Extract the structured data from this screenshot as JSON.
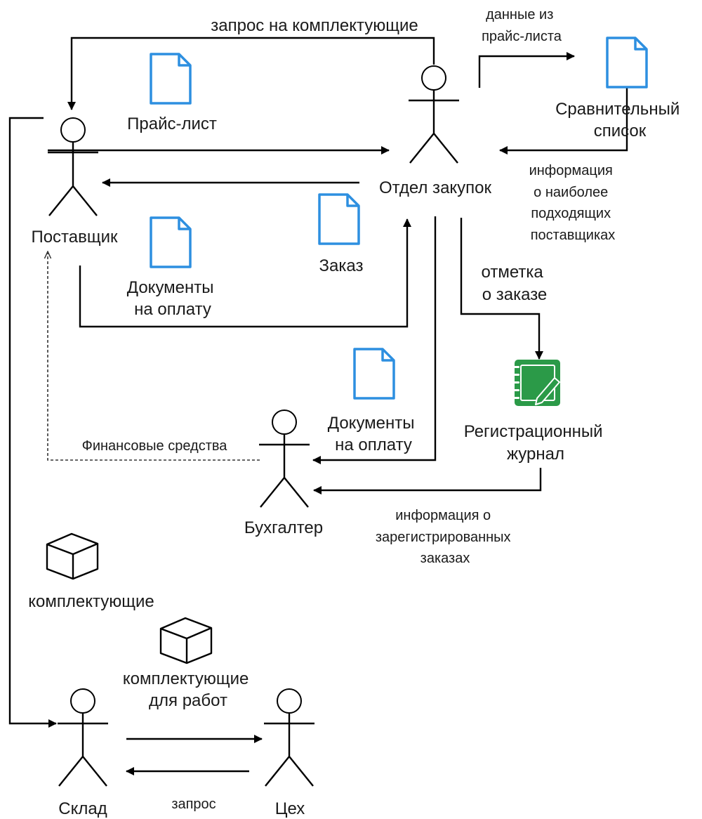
{
  "actors": {
    "supplier": "Поставщик",
    "purchasing": "Отдел закупок",
    "accountant": "Бухгалтер",
    "warehouse": "Склад",
    "workshop": "Цех"
  },
  "documents": {
    "price_list": "Прайс-лист",
    "comparative_list": [
      "Сравнительный",
      "список"
    ],
    "order": "Заказ",
    "payment_docs_1": [
      "Документы",
      "на оплату"
    ],
    "payment_docs_2": [
      "Документы",
      "на оплату"
    ],
    "register": [
      "Регистрационный",
      "журнал"
    ]
  },
  "items": {
    "components": "комплектующие",
    "components_for_work": [
      "комплектующие",
      "для работ"
    ]
  },
  "flows": {
    "components_request": "запрос на комплектующие",
    "price_list_data": [
      "данные из",
      "прайс-листа"
    ],
    "best_suppliers_info": [
      "информация",
      "о наиболее",
      "подходящих",
      "поставщиках"
    ],
    "order_mark": [
      "отметка",
      "о заказе"
    ],
    "financial_means": "Финансовые средства",
    "registered_orders_info": [
      "информация о",
      "зарегистрированных",
      "заказах"
    ],
    "request": "запрос"
  },
  "colors": {
    "document_icon": "#2d8fe0",
    "register_icon": "#2b9a48",
    "line": "#000000"
  }
}
